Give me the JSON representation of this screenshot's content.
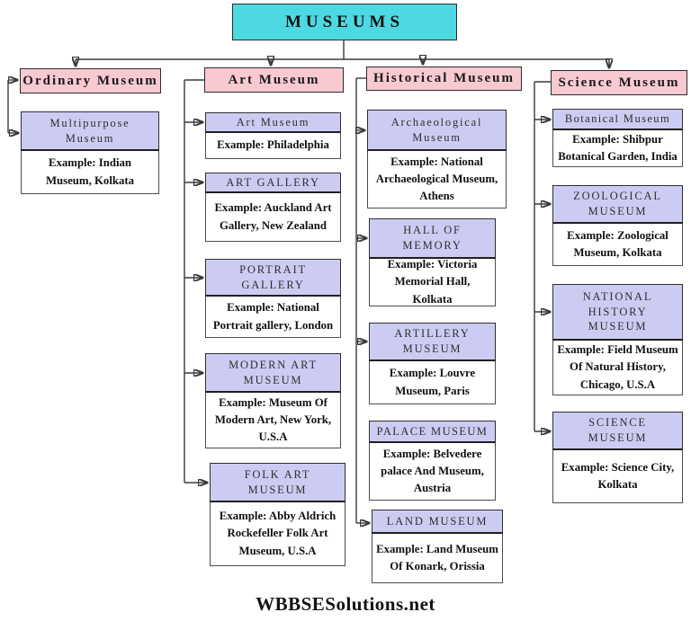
{
  "title": "MUSEUMS",
  "footer": "WBBSESolutions.net",
  "colors": {
    "root_bg": "#4dd9e2",
    "branch_bg": "#f9c9d2",
    "type_bg": "#ccccf3",
    "line": "#3a3a3a"
  },
  "branches": [
    {
      "title": "Ordinary Museum",
      "children": [
        {
          "label": "Multipurpose Museum",
          "example": "Example: Indian Museum, Kolkata"
        }
      ]
    },
    {
      "title": "Art Museum",
      "children": [
        {
          "label": "Art Museum",
          "example": "Example: Philadelphia"
        },
        {
          "label": "ART GALLERY",
          "example": "Example: Auckland Art Gallery, New Zealand"
        },
        {
          "label": "PORTRAIT GALLERY",
          "example": "Example: National Portrait gallery, London"
        },
        {
          "label": "MODERN ART MUSEUM",
          "example": "Example: Museum Of Modern Art, New York, U.S.A"
        },
        {
          "label": "FOLK ART MUSEUM",
          "example": "Example: Abby Aldrich Rockefeller Folk Art Museum, U.S.A"
        }
      ]
    },
    {
      "title": "Historical Museum",
      "children": [
        {
          "label": "Archaeological Museum",
          "example": "Example: National Archaeological Museum, Athens"
        },
        {
          "label": "HALL OF MEMORY",
          "example": "Example: Victoria Memorial Hall, Kolkata"
        },
        {
          "label": "ARTILLERY MUSEUM",
          "example": "Example: Louvre Museum, Paris"
        },
        {
          "label": "PALACE MUSEUM",
          "example": "Example: Belvedere palace And Museum, Austria"
        },
        {
          "label": "LAND MUSEUM",
          "example": "Example: Land Museum Of Konark, Orissia"
        }
      ]
    },
    {
      "title": "Science Museum",
      "children": [
        {
          "label": "Botanical Museum",
          "example": "Example: Shibpur Botanical Garden, India"
        },
        {
          "label": "ZOOLOGICAL MUSEUM",
          "example": "Example: Zoological Museum, Kolkata"
        },
        {
          "label": "NATIONAL HISTORY MUSEUM",
          "example": "Example: Field Museum Of Natural History, Chicago, U.S.A"
        },
        {
          "label": "SCIENCE MUSEUM",
          "example": "Example: Science City, Kolkata"
        }
      ]
    }
  ]
}
